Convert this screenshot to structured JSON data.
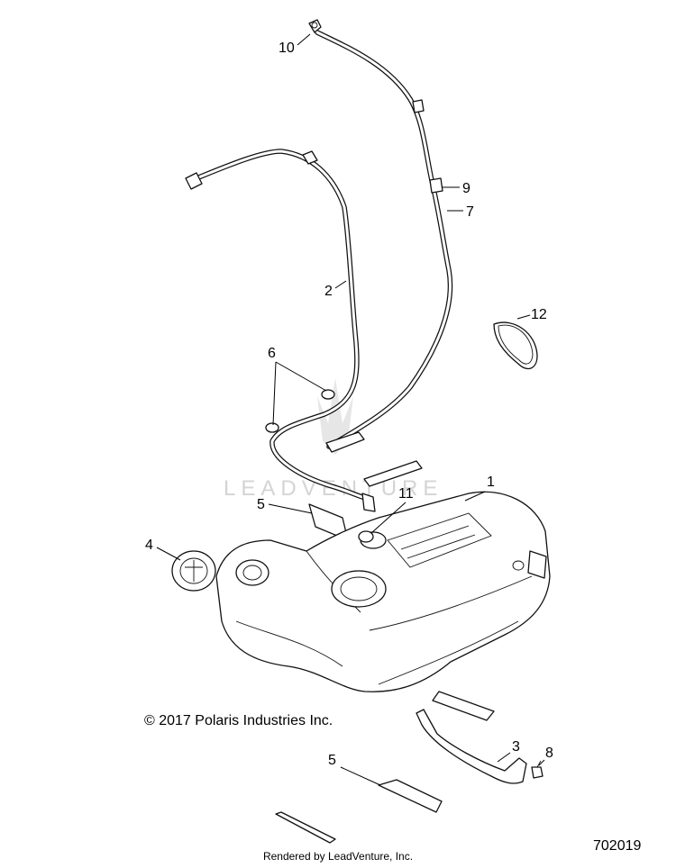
{
  "watermark": "LEADVENTURE",
  "callouts": {
    "c1": "1",
    "c2": "2",
    "c3": "3",
    "c4": "4",
    "c5a": "5",
    "c5b": "5",
    "c6": "6",
    "c7": "7",
    "c8": "8",
    "c9": "9",
    "c10": "10",
    "c11": "11",
    "c12": "12"
  },
  "copyright": "© 2017 Polaris Industries Inc.",
  "rendered_by": "Rendered by LeadVenture, Inc.",
  "diagram_number": "702019"
}
